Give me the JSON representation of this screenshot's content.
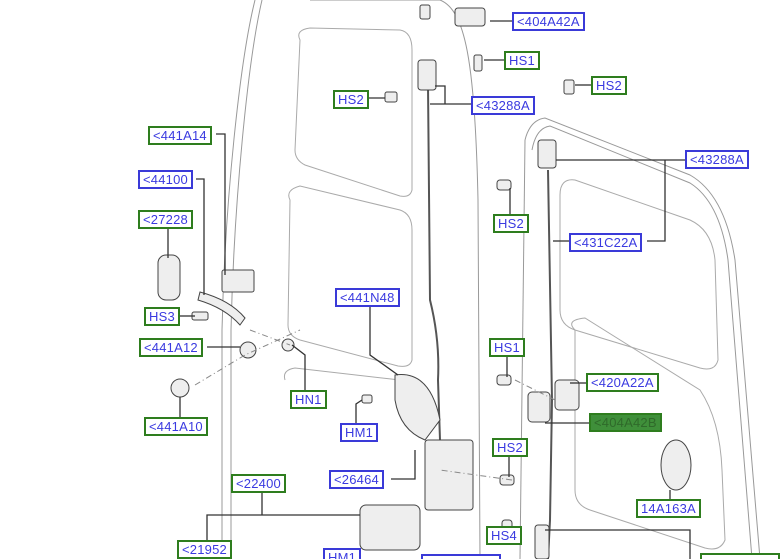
{
  "diagram": {
    "colors": {
      "callout_blue": "#3a3ad8",
      "callout_green": "#2e7d1e",
      "highlight": "#3f8f3a",
      "callout_text": "#3a3ae0"
    },
    "callouts": [
      {
        "text": "<404A42A",
        "style": "blue"
      },
      {
        "text": "HS1",
        "style": "green"
      },
      {
        "text": "HS2",
        "style": "green"
      },
      {
        "text": "HS2",
        "style": "green"
      },
      {
        "text": "<43288A",
        "style": "blue"
      },
      {
        "text": "<441A14",
        "style": "green"
      },
      {
        "text": "<43288A",
        "style": "blue"
      },
      {
        "text": "<44100",
        "style": "blue"
      },
      {
        "text": "<27228",
        "style": "green"
      },
      {
        "text": "HS2",
        "style": "green"
      },
      {
        "text": "<431C22A",
        "style": "blue"
      },
      {
        "text": "<441N48",
        "style": "blue"
      },
      {
        "text": "HS3",
        "style": "green"
      },
      {
        "text": "<441A12",
        "style": "green"
      },
      {
        "text": "HS1",
        "style": "green"
      },
      {
        "text": "<420A22A",
        "style": "green"
      },
      {
        "text": "HN1",
        "style": "green"
      },
      {
        "text": "<404A42B",
        "style": "highlighted"
      },
      {
        "text": "<441A10",
        "style": "green"
      },
      {
        "text": "HM1",
        "style": "blue"
      },
      {
        "text": "HS2",
        "style": "green"
      },
      {
        "text": "<26464",
        "style": "blue"
      },
      {
        "text": "<22400",
        "style": "green"
      },
      {
        "text": "14A163A",
        "style": "green"
      },
      {
        "text": "HS4",
        "style": "green"
      },
      {
        "text": "<21952",
        "style": "green"
      },
      {
        "text": "HM1",
        "style": "blue"
      },
      {
        "text": "",
        "style": "blue"
      },
      {
        "text": "",
        "style": "green"
      }
    ]
  }
}
